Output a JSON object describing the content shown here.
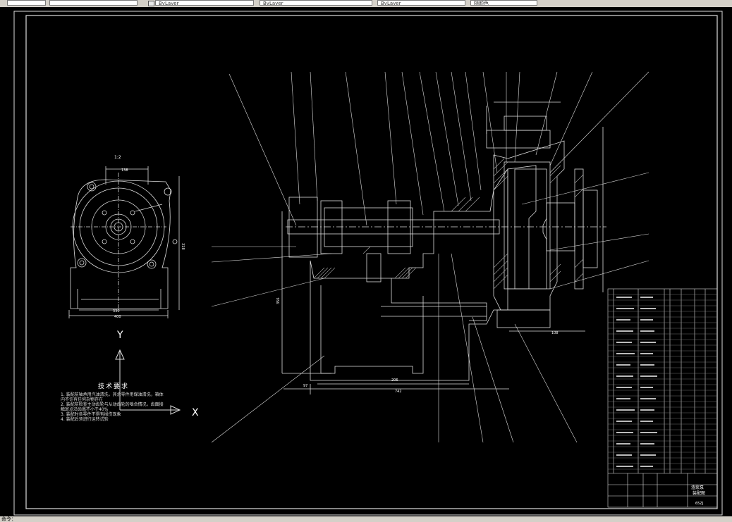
{
  "toolbar": {
    "fields": [
      "",
      "ByLayer",
      "ByLayer",
      "ByLayer",
      "随颜色"
    ]
  },
  "drawing": {
    "view_scale": "1:2",
    "axis_y": "Y",
    "axis_x": "X",
    "notes_title": "技术要求",
    "notes": [
      "1. 装配前轴承用汽油清洗，其余零件用煤油清洗，箱体内不许有任何杂物存在",
      "2. 装配前检查主动齿轮与从动齿轮的啮合情况，齿面接触斑点沿齿高不小于40%",
      "3. 装配时各零件不得有损伤现象",
      "4. 装配后须进行运转试验"
    ],
    "dims": {
      "side_top": "138",
      "side_bottom1": "330",
      "side_bottom2": "400",
      "side_right": "318",
      "main_bottom1": "206",
      "main_bottom2": "742",
      "main_bottom3": "97",
      "main_right": "108",
      "main_left": "356"
    },
    "title_block": {
      "name": "渣浆泵",
      "subtitle": "装配图",
      "code": "65ZJ"
    }
  },
  "statusbar": {
    "text": "命令："
  }
}
